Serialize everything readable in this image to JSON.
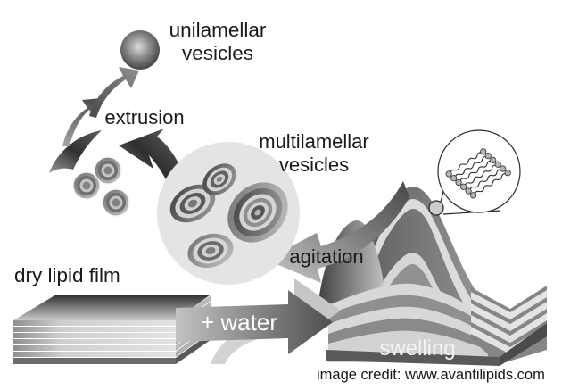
{
  "diagram": {
    "stages": {
      "unilamellar_vesicles": {
        "line1": "unilamellar",
        "line2": "vesicles"
      },
      "extrusion": {
        "label": "extrusion"
      },
      "multilamellar_vesicles": {
        "line1": "multilamellar",
        "line2": "vesicles"
      },
      "agitation": {
        "label": "agitation"
      },
      "dry_lipid_film": {
        "label": "dry lipid film"
      },
      "hydration": {
        "label": "+ water"
      },
      "swelling": {
        "label": "swelling"
      }
    },
    "credit": "image credit: www.avantilipids.com",
    "colors": {
      "background": "#ffffff",
      "label_text": "#1a1a1a",
      "inverse_label_text": "#f2f2f2",
      "arrow_dark_gray": "#3d3d3d",
      "arrow_mid_gray": "#8f8f8f",
      "layer_light_gray": "#d9d9d9",
      "mlv_circle_fill": "#e4e4e4"
    }
  }
}
